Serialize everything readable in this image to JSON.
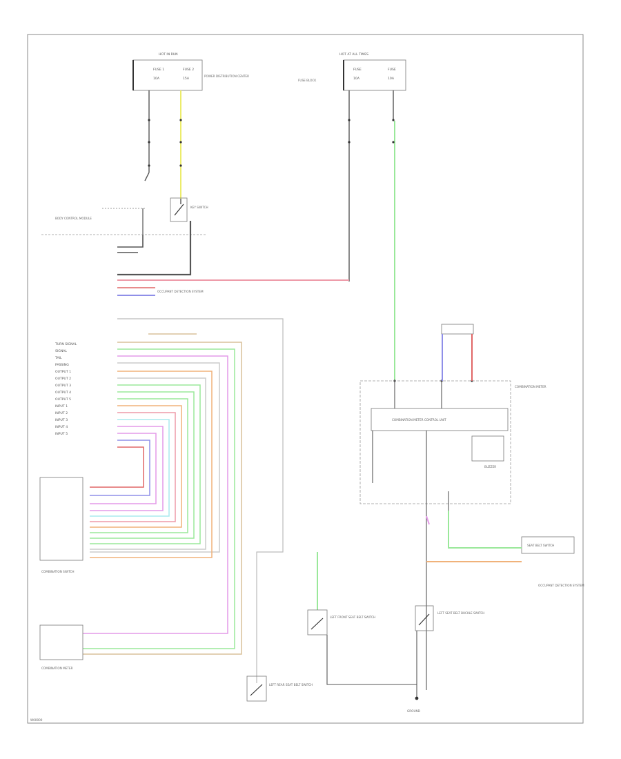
{
  "fuse_box_left": {
    "title": "HOT IN RUN",
    "fuse1": "FUSE 1",
    "fuse2": "FUSE 2",
    "amp1": "10A",
    "amp2": "15A",
    "note": "POWER DISTRIBUTION CENTER"
  },
  "fuse_box_right": {
    "title": "HOT AT ALL TIMES",
    "fuse1": "FUSE",
    "fuse2": "FUSE",
    "amp1": "10A",
    "amp2": "10A",
    "note": "FUSE BLOCK"
  },
  "switches": {
    "key_switch": "KEY SWITCH",
    "left_front_seat_belt": "LEFT FRONT SEAT BELT SWITCH",
    "left_rear_seat_belt": "LEFT REAR SEAT BELT SWITCH",
    "left_seat_belt_buckle": "LEFT SEAT BELT BUCKLE SWITCH",
    "right_seat_belt": "SEAT BELT SWITCH"
  },
  "modules": {
    "combination_meter": "COMBINATION METER",
    "meter_control_unit": "COMBINATION METER CONTROL UNIT",
    "buzzer": "BUZZER",
    "bcm_left": "BODY CONTROL MODULE",
    "combination_switch": "COMBINATION SWITCH",
    "occupant_detection": "OCCUPANT DETECTION SYSTEM",
    "ground": "GROUND"
  },
  "pin_labels": [
    "TURN SIGNAL",
    "SIGNAL",
    "TAIL",
    "PASSING",
    "OUTPUT 1",
    "OUTPUT 2",
    "OUTPUT 3",
    "OUTPUT 4",
    "OUTPUT 5",
    "INPUT 1",
    "INPUT 2",
    "INPUT 3",
    "INPUT 4",
    "INPUT 5"
  ],
  "wire_colors": {
    "yellow": "#ecec6a",
    "green": "#9ae89a",
    "pink": "#ee9aa8",
    "blue": "#8f8fe8",
    "orange": "#f0b27a",
    "magenta": "#e49ae8",
    "cyan": "#a8eaee",
    "gray": "#555555",
    "red": "#e06666",
    "tan": "#d8c09a"
  },
  "footer_code": "W00000"
}
